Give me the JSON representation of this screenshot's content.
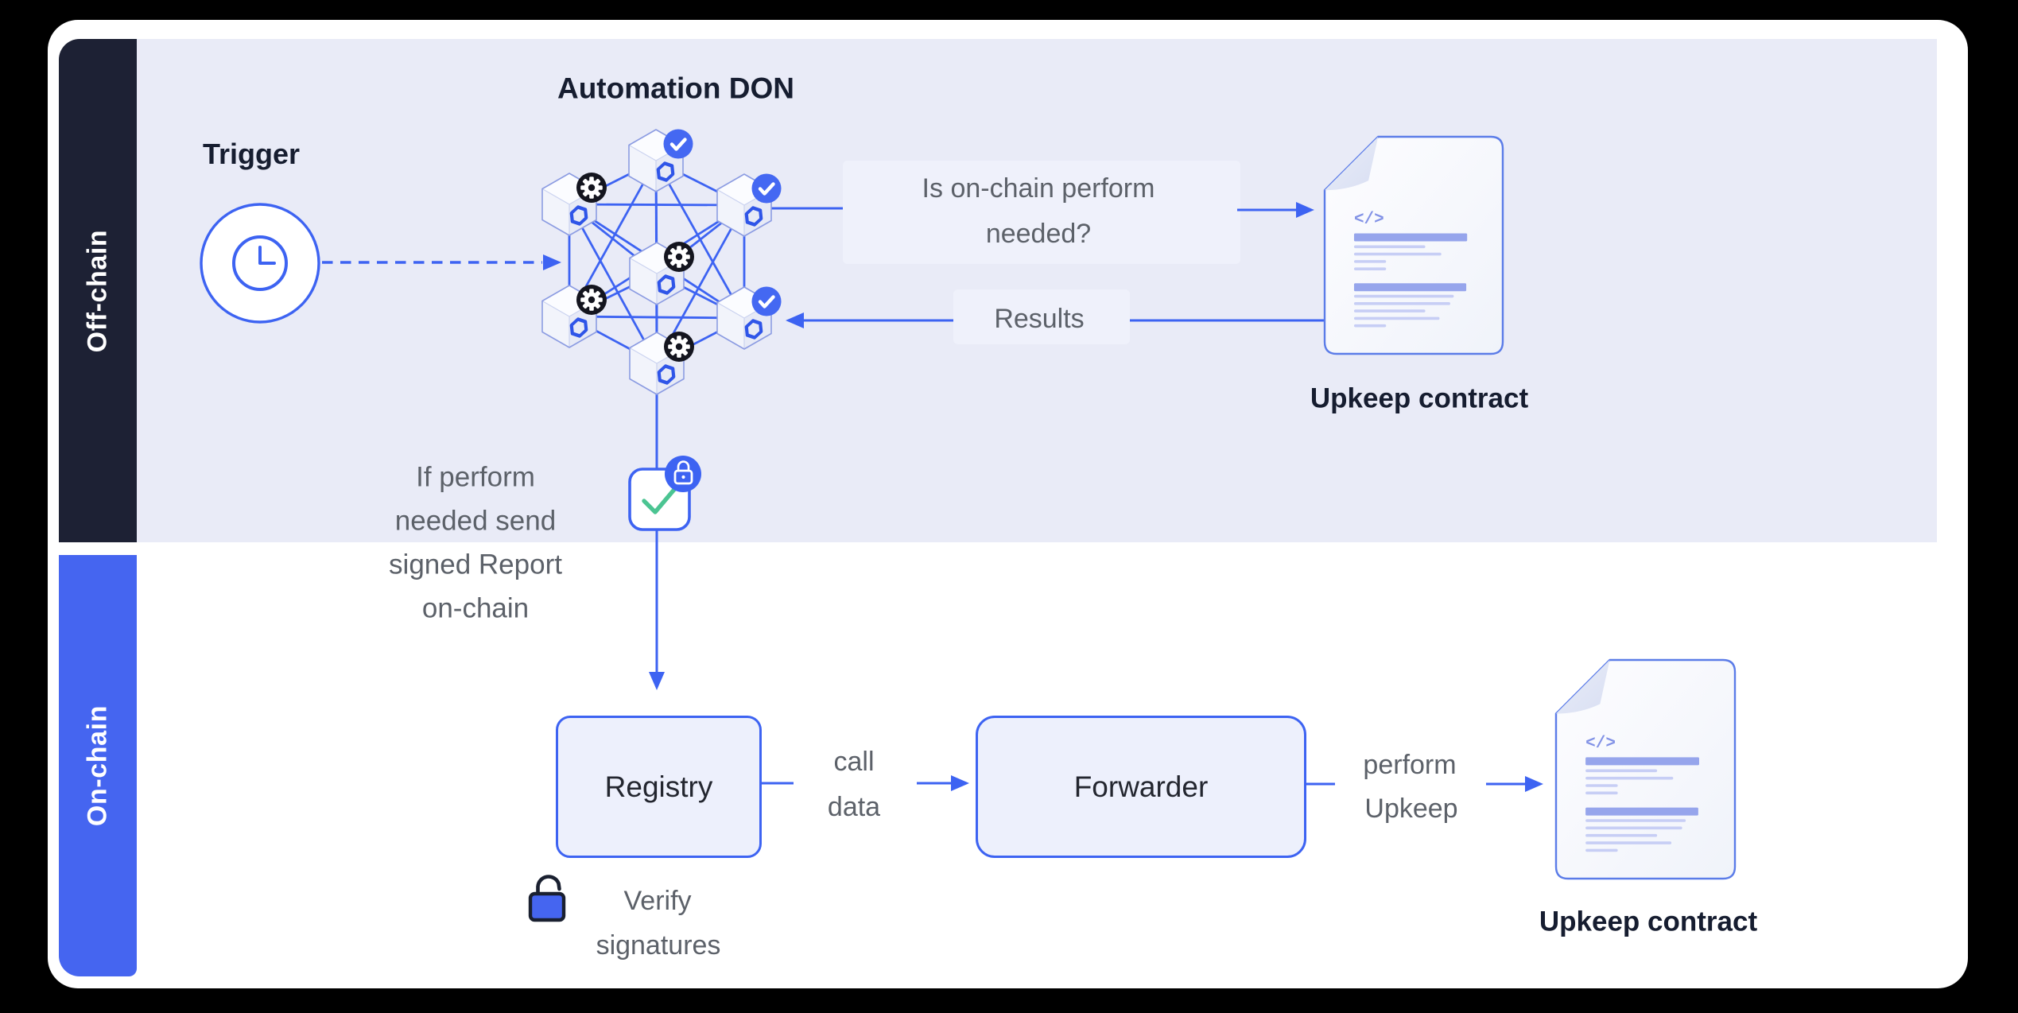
{
  "sidebar": {
    "offchain_label": "Off-chain",
    "onchain_label": "On-chain"
  },
  "trigger": {
    "label": "Trigger",
    "icon": "clock-icon"
  },
  "don": {
    "title": "Automation DON",
    "nodes": [
      {
        "badge": "check-icon"
      },
      {
        "badge": "gear-icon"
      },
      {
        "badge": "check-icon"
      },
      {
        "badge": "gear-icon"
      },
      {
        "badge": "gear-icon"
      },
      {
        "badge": "check-icon"
      },
      {
        "badge": "gear-icon"
      }
    ]
  },
  "question": {
    "lines": [
      "Is on-chain perform",
      "needed?"
    ]
  },
  "results": {
    "label": "Results"
  },
  "upkeep_contract_top": {
    "label": "Upkeep contract",
    "code_glyph": "</>"
  },
  "report_note": {
    "lines": [
      "If perform",
      "needed send",
      "signed Report",
      "on-chain"
    ]
  },
  "signed_report": {
    "icons": [
      "check-icon",
      "lock-icon"
    ]
  },
  "registry": {
    "label": "Registry"
  },
  "call_data": {
    "lines": [
      "call",
      "data"
    ]
  },
  "forwarder": {
    "label": "Forwarder"
  },
  "perform_upkeep": {
    "lines": [
      "perform",
      "Upkeep"
    ]
  },
  "upkeep_contract_bottom": {
    "label": "Upkeep contract",
    "code_glyph": "</>"
  },
  "verify_signatures": {
    "lines": [
      "Verify",
      "signatures"
    ],
    "icon": "unlock-icon"
  },
  "colors": {
    "accent_blue": "#3D63F2",
    "sidebar_dark": "#1D2134",
    "sidebar_blue": "#4565F0",
    "offchain_bg": "#E9EBF7",
    "check_badge_blue": "#4468F2",
    "gear_badge_black": "#14151F",
    "green_check": "#4BC492",
    "doc_border": "#5B7CE8",
    "doc_bar": "#96A5EC",
    "doc_line": "#C7CEF5",
    "heading_text": "#161D30",
    "gray_text": "#5C6169"
  }
}
